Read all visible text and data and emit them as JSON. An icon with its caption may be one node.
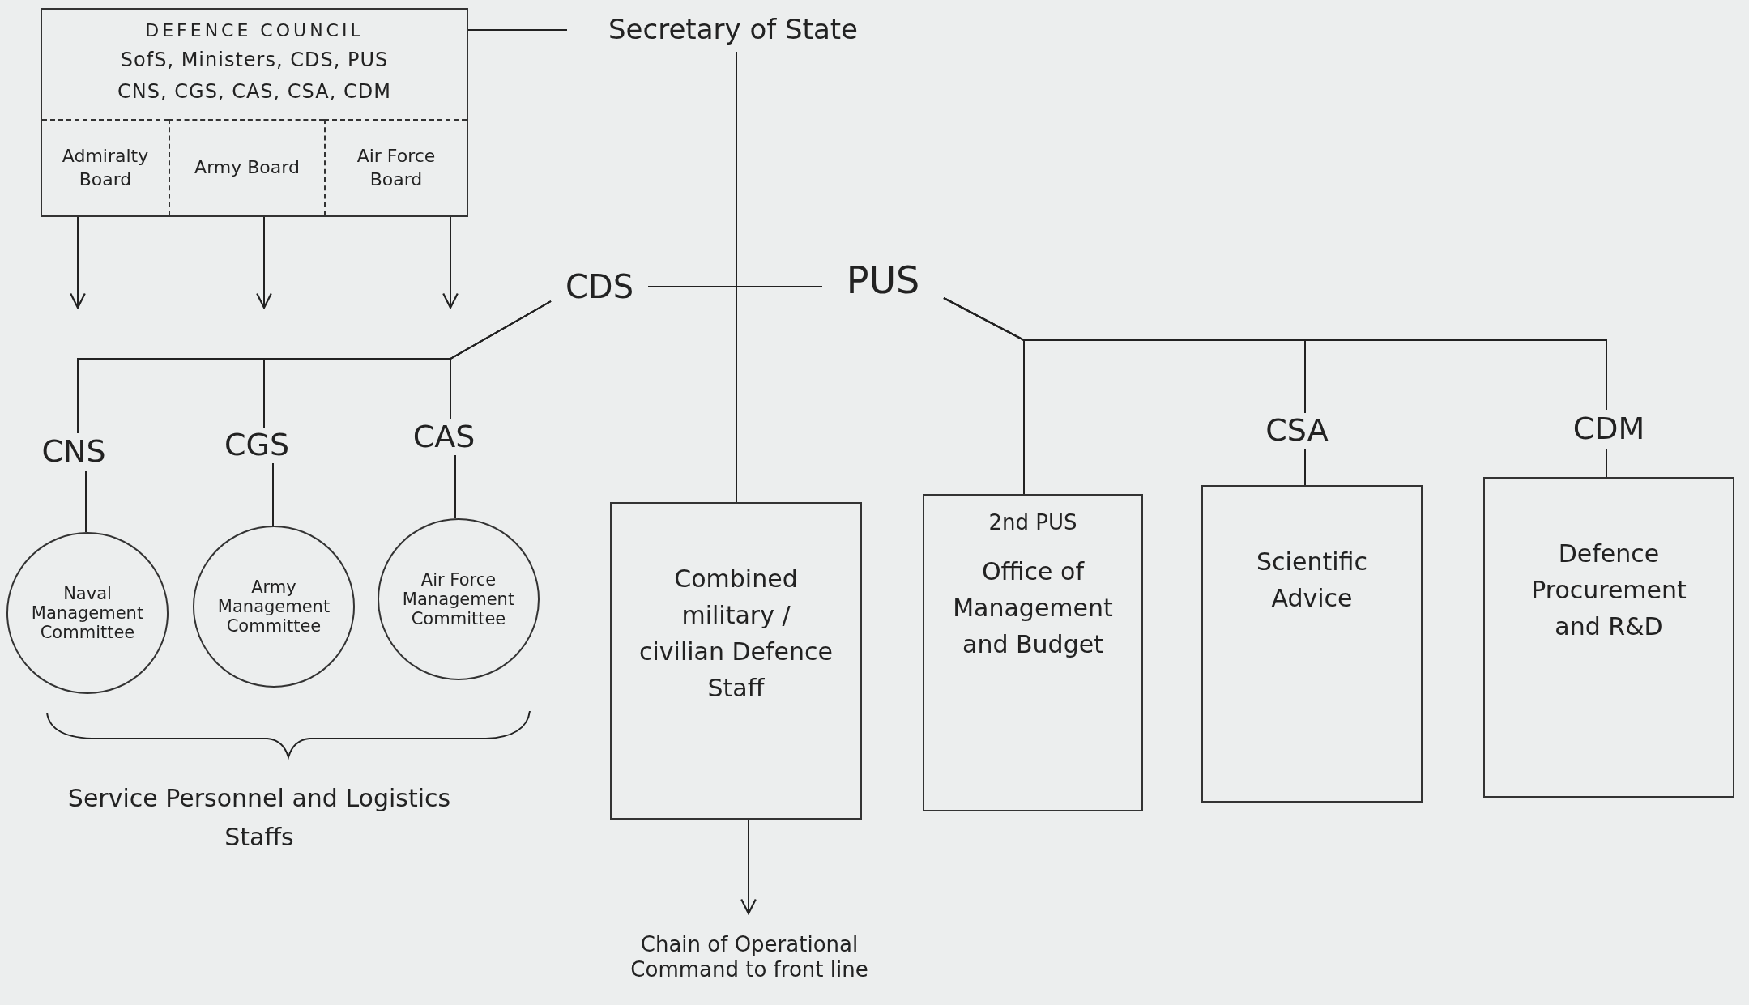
{
  "diagram": {
    "nodes": [
      {
        "text": [
          "DEFENCE COUNCIL",
          "SofS, Ministers, CDS, PUS",
          "CNS, CGS, CAS, CSA, CDM"
        ]
      },
      {
        "text": [
          "Admiralty Board"
        ],
        "in": 0
      },
      {
        "text": [
          "Army Board"
        ],
        "in": 0
      },
      {
        "text": [
          "Air Force Board"
        ],
        "in": 0
      },
      {
        "text": [
          "Secretary of State"
        ]
      },
      {
        "text": [
          "CDS"
        ]
      },
      {
        "text": [
          "PUS"
        ]
      },
      {
        "text": [
          "CNS"
        ]
      },
      {
        "text": [
          "CGS"
        ]
      },
      {
        "text": [
          "CAS"
        ]
      },
      {
        "text": [
          "Naval Management Committee"
        ]
      },
      {
        "text": [
          "Army Management Committee"
        ]
      },
      {
        "text": [
          "Air Force Management Committee"
        ]
      },
      {
        "text": [
          "Combined military / civilian Defence Staff"
        ]
      },
      {
        "text": [
          "Chain of Operational Command to front line"
        ]
      },
      {
        "text": [
          "2nd PUS",
          "Office of Management and Budget"
        ]
      },
      {
        "text": [
          "CSA"
        ]
      },
      {
        "text": [
          "Scientific Advice"
        ]
      },
      {
        "text": [
          "CDM"
        ]
      },
      {
        "text": [
          "Defence Procurement and R&D"
        ]
      }
    ],
    "edges": [
      {
        "from": 0,
        "to": 4,
        "arrow": "none"
      },
      {
        "from": 4,
        "to": 13,
        "arrow": "none"
      },
      {
        "from": 5,
        "to": 6,
        "arrow": "none"
      },
      {
        "from": 1,
        "to": null,
        "arrow": "to"
      },
      {
        "from": 2,
        "to": null,
        "arrow": "to"
      },
      {
        "from": 3,
        "to": null,
        "arrow": "to"
      },
      {
        "from": 5,
        "to": 7,
        "arrow": "none"
      },
      {
        "from": 5,
        "to": 8,
        "arrow": "none"
      },
      {
        "from": 5,
        "to": 9,
        "arrow": "none"
      },
      {
        "from": 7,
        "to": 10,
        "arrow": "none"
      },
      {
        "from": 8,
        "to": 11,
        "arrow": "none"
      },
      {
        "from": 9,
        "to": 12,
        "arrow": "none"
      },
      {
        "from": 13,
        "to": 14,
        "arrow": "to"
      },
      {
        "from": 6,
        "to": 15,
        "arrow": "none"
      },
      {
        "from": 6,
        "to": 16,
        "arrow": "none"
      },
      {
        "from": 6,
        "to": 18,
        "arrow": "none"
      },
      {
        "from": 16,
        "to": 17,
        "arrow": "none"
      },
      {
        "from": 18,
        "to": 19,
        "arrow": "none"
      }
    ],
    "labels": [
      "Service Personnel and Logistics Staffs"
    ]
  }
}
